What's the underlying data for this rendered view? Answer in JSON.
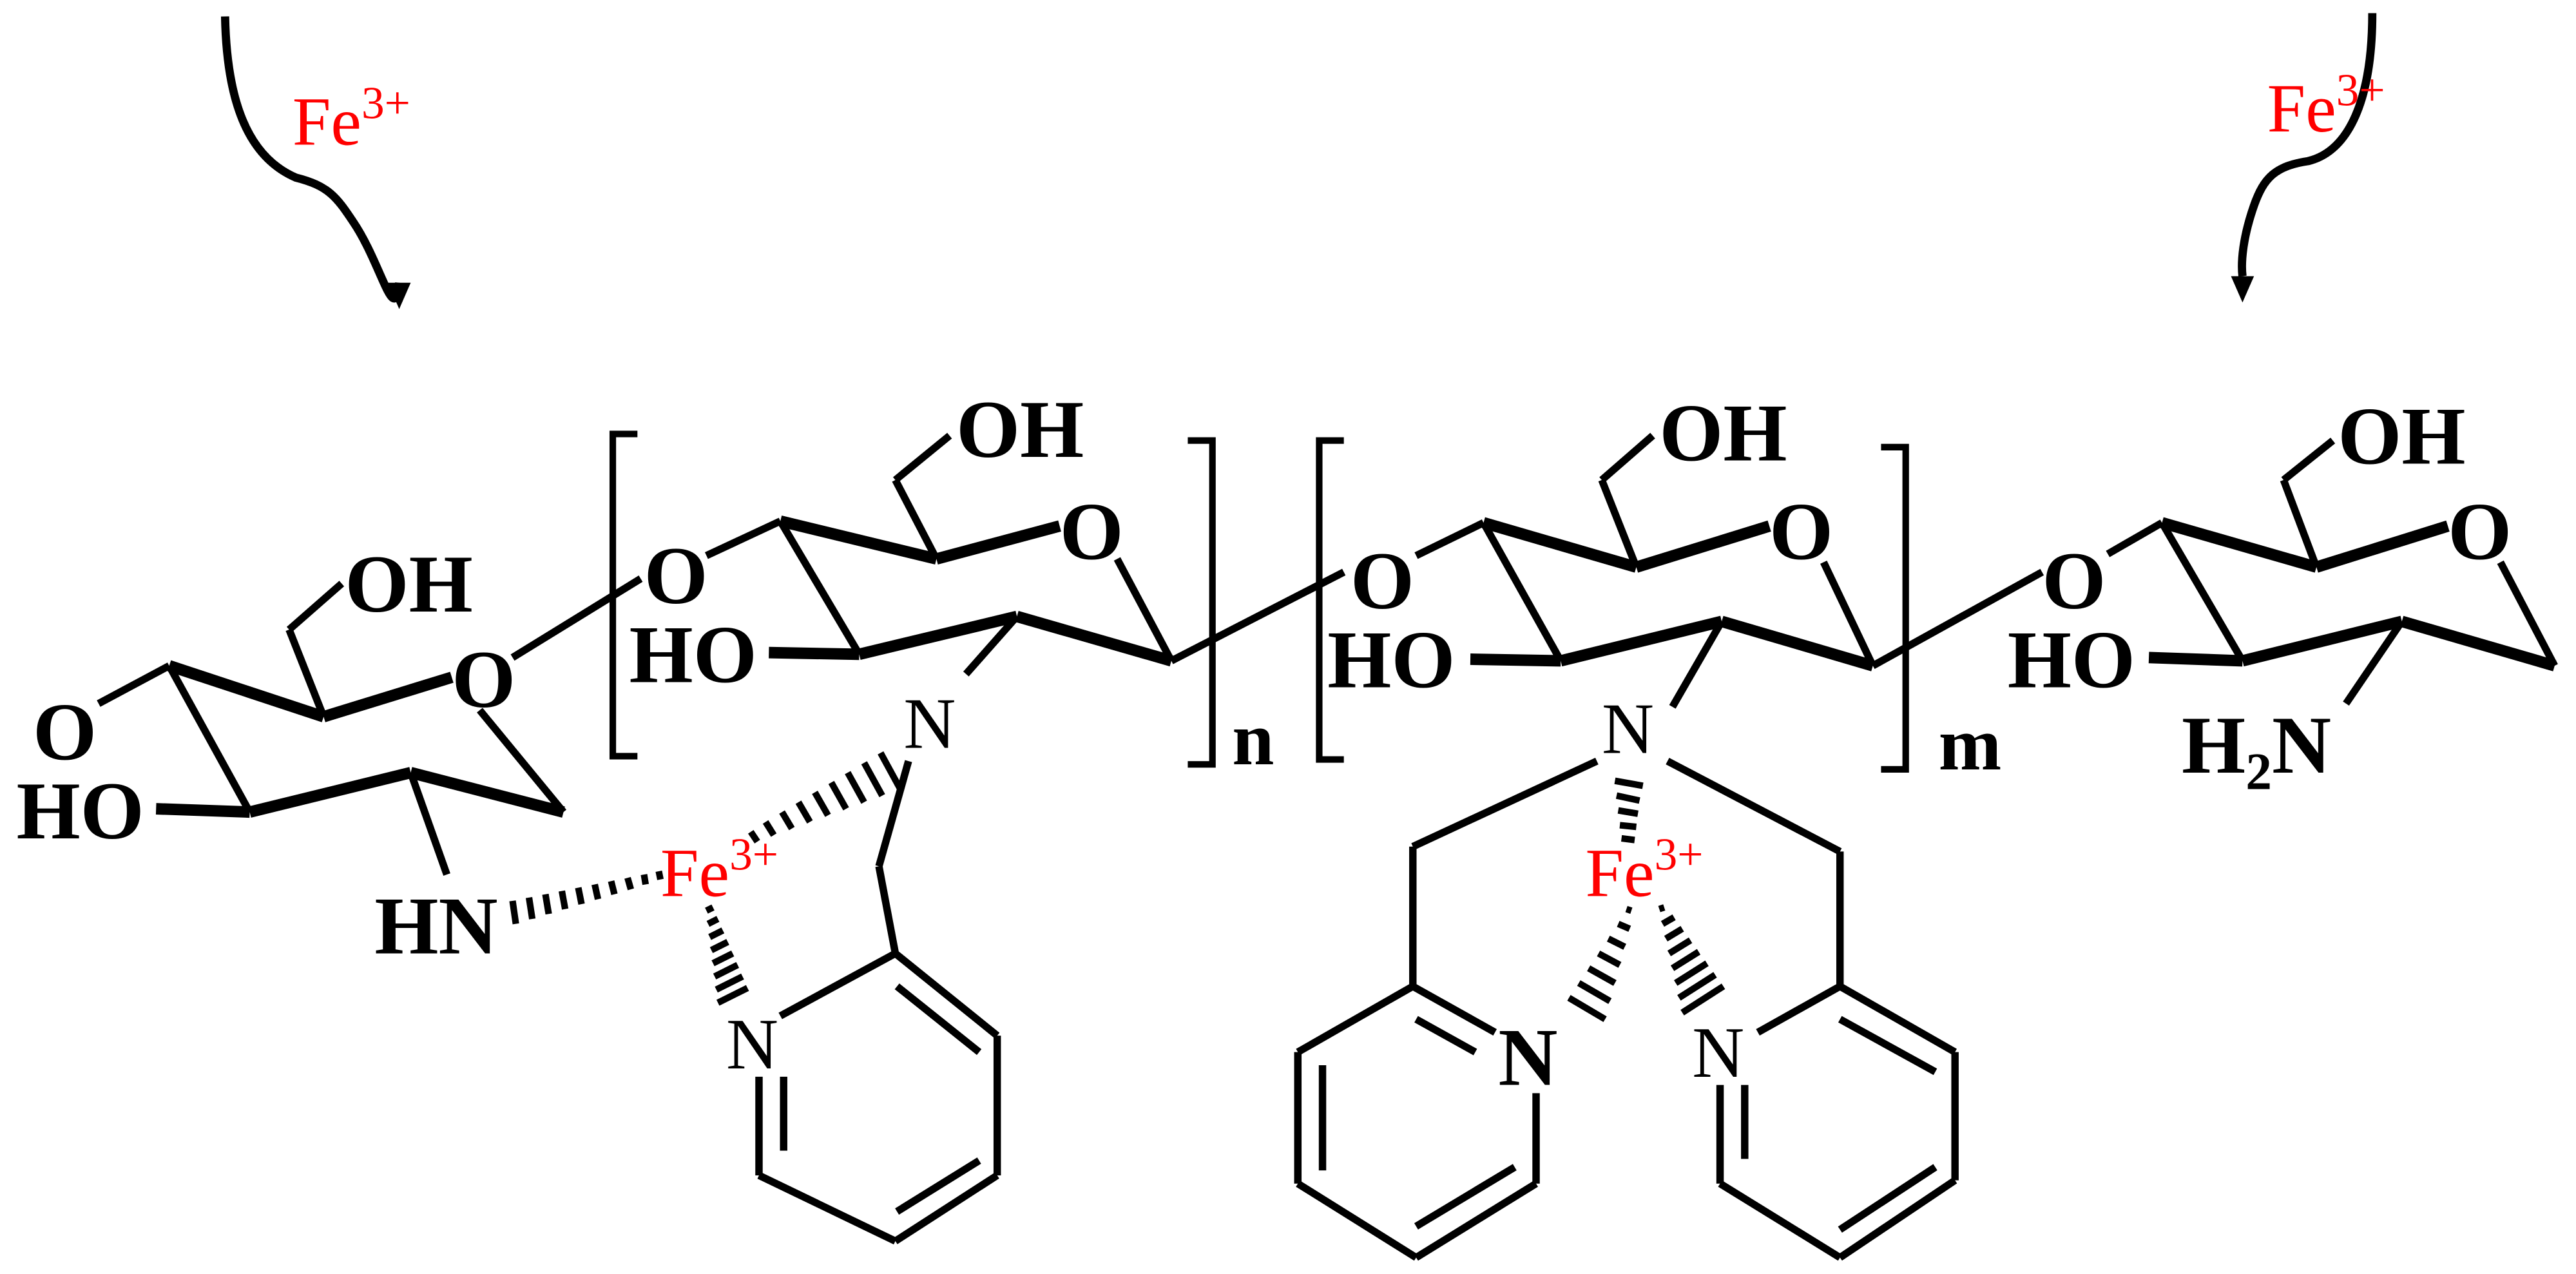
{
  "colors": {
    "background": "#ffffff",
    "bonds": "#000000",
    "iron_ion": "#ff0000"
  },
  "iron_ion": {
    "symbol": "Fe",
    "charge": "3+"
  },
  "incoming_ions": [
    {
      "position": "top-left",
      "symbol": "Fe",
      "charge": "3+"
    },
    {
      "position": "top-right",
      "symbol": "Fe",
      "charge": "3+"
    }
  ],
  "units": {
    "left_end": {
      "substituents": [
        "OH",
        "O",
        "O",
        "HO",
        "HN"
      ],
      "labels": {
        "oh": "OH",
        "ring_o": "O",
        "o4": "O",
        "ho": "HO",
        "hn": "HN"
      }
    },
    "repeat_n": {
      "labels": {
        "oh": "OH",
        "ring_o": "O",
        "o4": "O",
        "ho": "HO",
        "n": "N"
      },
      "index": "n"
    },
    "repeat_m": {
      "labels": {
        "oh": "OH",
        "ring_o": "O",
        "o4": "O",
        "ho": "HO",
        "n": "N"
      },
      "index": "m"
    },
    "right_end": {
      "labels": {
        "oh": "OH",
        "ring_o": "O",
        "o4": "O",
        "ho": "HO",
        "h2n_h": "H",
        "h2n_sub": "2",
        "h2n_n": "N"
      }
    }
  },
  "complexes": [
    {
      "center": "Fe",
      "charge": "3+",
      "ligands": [
        "HN",
        "N",
        "N (pyridine)"
      ],
      "pyridine_n": "N"
    },
    {
      "center": "Fe",
      "charge": "3+",
      "ligands": [
        "N",
        "N (pyridine)",
        "N (pyridine)"
      ],
      "pyridine_n_left": "N",
      "pyridine_n_right": "N"
    }
  ]
}
